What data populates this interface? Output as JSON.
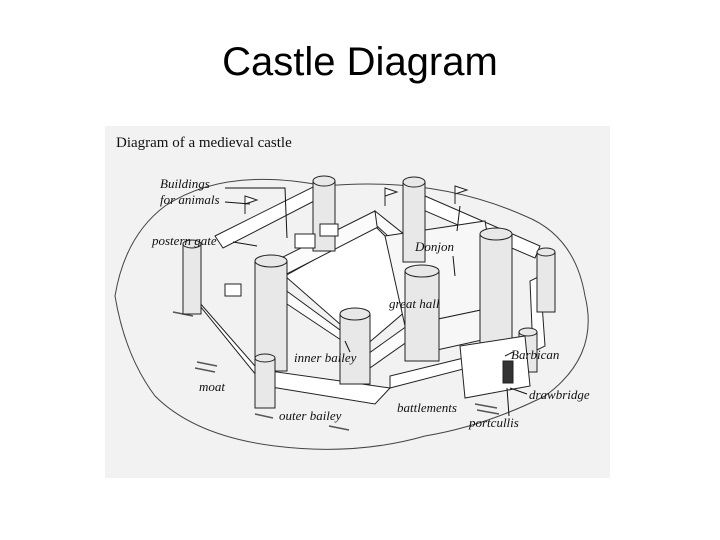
{
  "slide": {
    "title": "Castle Diagram"
  },
  "figure": {
    "title": "Diagram of a medieval castle",
    "labels": {
      "buildings_for_animals_line1": "Buildings",
      "buildings_for_animals_line2": "for animals",
      "postern_gate": "postern gate",
      "donjon": "Donjon",
      "great_hall": "great hall",
      "inner_bailey": "inner bailey",
      "barbican": "Barbican",
      "moat": "moat",
      "drawbridge": "drawbridge",
      "outer_bailey": "outer bailey",
      "battlements": "battlements",
      "portcullis": "portcullis"
    },
    "colors": {
      "background": "#f2f2f2",
      "ink": "#222222",
      "tower": "#e8e8e8",
      "water": "#555555"
    }
  }
}
